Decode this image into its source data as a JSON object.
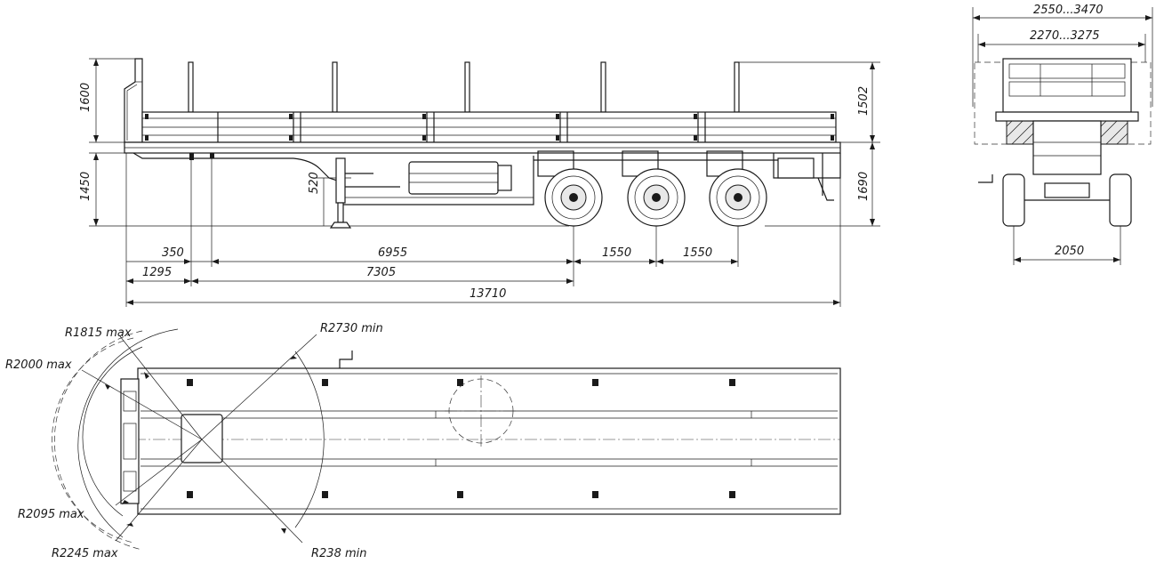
{
  "dimensions": {
    "side": {
      "h1600": "1600",
      "h1450": "1450",
      "h520": "520",
      "h1502": "1502",
      "h1690": "1690",
      "d350": "350",
      "d6955": "6955",
      "d1550a": "1550",
      "d1550b": "1550",
      "d1295": "1295",
      "d7305": "7305",
      "d13710": "13710"
    },
    "rear": {
      "w2550": "2550...3470",
      "w2270": "2270...3275",
      "w2050": "2050"
    },
    "plan": {
      "r1815": "R1815 max",
      "r2000": "R2000 max",
      "r2095": "R2095 max",
      "r2245": "R2245 max",
      "r2730": "R2730 min",
      "r238": "R238 min"
    }
  }
}
